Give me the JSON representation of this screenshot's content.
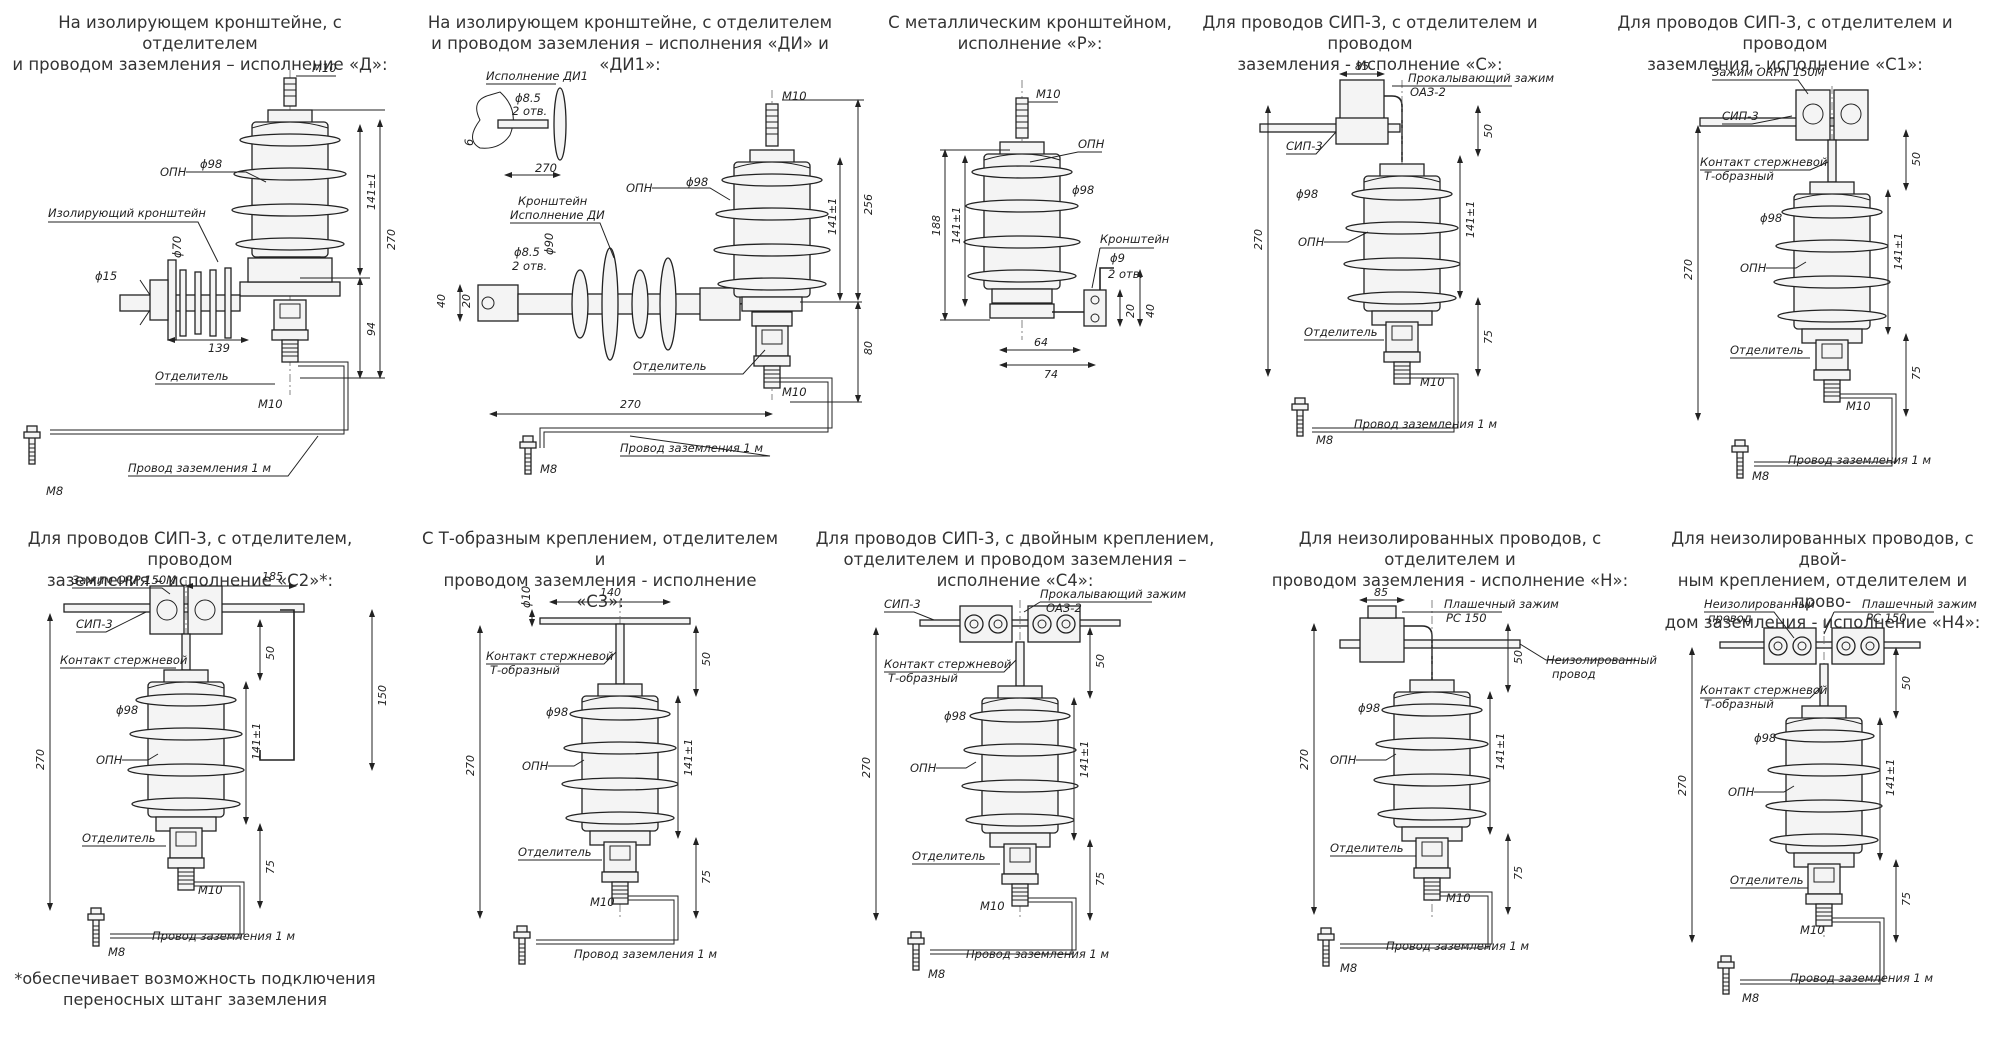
{
  "variants": [
    {
      "id": "D",
      "caption": [
        "На изолирующем кронштейне, с отделителем",
        "и проводом заземления – исполнение «Д»:"
      ],
      "labels": {
        "top_bolt": "М10",
        "body": "ОПН",
        "body_dia": "ϕ98",
        "bracket": "Изолирующий кронштейн",
        "hole": "ϕ15",
        "ring": "ϕ70",
        "bracket_len": "139",
        "separator": "Отделитель",
        "bottom_bolt": "М10",
        "ground_wire": "Провод заземления 1 м",
        "ground_bolt": "М8",
        "height_body": "141±1",
        "height_total": "270",
        "height_lower": "94"
      }
    },
    {
      "id": "DI",
      "caption": [
        "На изолирующем кронштейне, с отделителем",
        "и проводом заземления – исполнения «ДИ» и «ДИ1»:"
      ],
      "labels": {
        "inset_title": "Исполнение ДИ1",
        "inset_hole": "ϕ8.5",
        "inset_holes": "2 отв.",
        "inset_len": "270",
        "inset_b": "6",
        "top_bolt": "М10",
        "body": "ОПН",
        "body_dia": "ϕ98",
        "bracket": "Кронштейн",
        "bracket2": "Исполнение ДИ",
        "hole": "ϕ8.5",
        "holes": "2 отв.",
        "dia90": "ϕ90",
        "d40": "40",
        "d20": "20",
        "separator": "Отделитель",
        "bottom_bolt": "М10",
        "len": "270",
        "ground_wire": "Провод заземления 1 м",
        "ground_bolt": "М8",
        "height_body": "141±1",
        "height_total": "256",
        "height_lower": "80"
      }
    },
    {
      "id": "R",
      "caption": [
        "С металлическим кронштейном,",
        "исполнение «Р»:"
      ],
      "labels": {
        "top_bolt": "М10",
        "body": "ОПН",
        "body_dia": "ϕ98",
        "bracket": "Кронштейн",
        "hole": "ϕ9",
        "holes": "2 отв.",
        "d20": "20",
        "d40": "40",
        "w64": "64",
        "w74": "74",
        "h188": "188",
        "h141": "141±1"
      }
    },
    {
      "id": "C",
      "caption": [
        "Для проводов СИП-3, с отделителем и проводом",
        "заземления - исполнение «С»:"
      ],
      "labels": {
        "w85": "85",
        "clamp": "Прокалывающий зажим",
        "clamp2": "ОАЗ-2",
        "sip": "СИП-3",
        "h50": "50",
        "body_dia": "ϕ98",
        "body": "ОПН",
        "h270": "270",
        "h141": "141±1",
        "separator": "Отделитель",
        "h75": "75",
        "bottom_bolt": "М10",
        "ground_wire": "Провод заземления 1 м",
        "ground_bolt": "М8"
      }
    },
    {
      "id": "C1",
      "caption": [
        "Для проводов СИП-3, с отделителем и проводом",
        "заземления - исполнение «С1»:"
      ],
      "labels": {
        "clamp": "Зажим ORPN 150M",
        "sip": "СИП-3",
        "contact": "Контакт стержневой",
        "contact2": "Т-образный",
        "h50": "50",
        "body_dia": "ϕ98",
        "body": "ОПН",
        "h270": "270",
        "h141": "141±1",
        "separator": "Отделитель",
        "h75": "75",
        "bottom_bolt": "М10",
        "ground_wire": "Провод заземления 1 м",
        "ground_bolt": "М8"
      }
    },
    {
      "id": "C2",
      "caption": [
        "Для проводов СИП-3, с отделителем, проводом",
        "заземления – исполнение «С2»*:"
      ],
      "labels": {
        "clamp": "Зажим ORP 150M",
        "w185": "185",
        "sip": "СИП-3",
        "contact": "Контакт стержневой",
        "h50": "50",
        "h150": "150",
        "body_dia": "ϕ98",
        "body": "ОПН",
        "h270": "270",
        "h141": "141±1",
        "separator": "Отделитель",
        "h75": "75",
        "bottom_bolt": "М10",
        "ground_wire": "Провод заземления 1 м",
        "ground_bolt": "М8"
      },
      "footnote": [
        "*обеспечивает возможность подключения",
        "переносных штанг заземления"
      ]
    },
    {
      "id": "C3",
      "caption": [
        "С Т-образным креплением, отделителем и",
        "проводом заземления - исполнение «С3»:"
      ],
      "labels": {
        "w140": "140",
        "d10": "ϕ10",
        "contact": "Контакт стержневой",
        "contact2": "Т-образный",
        "h50": "50",
        "body_dia": "ϕ98",
        "body": "ОПН",
        "h270": "270",
        "h141": "141±1",
        "separator": "Отделитель",
        "h75": "75",
        "bottom_bolt": "М10",
        "ground_wire": "Провод заземления 1 м"
      }
    },
    {
      "id": "C4",
      "caption": [
        "Для проводов СИП-3, с двойным креплением,",
        "отделителем и проводом заземления – исполнение «С4»:"
      ],
      "labels": {
        "sip": "СИП-3",
        "clamp": "Прокалывающий зажим",
        "clamp2": "ОАЗ-2",
        "contact": "Контакт стержневой",
        "contact2": "Т-образный",
        "h50": "50",
        "body_dia": "ϕ98",
        "body": "ОПН",
        "h270": "270",
        "h141": "141±1",
        "separator": "Отделитель",
        "h75": "75",
        "bottom_bolt": "М10",
        "ground_wire": "Провод заземления 1 м",
        "ground_bolt": "М8"
      }
    },
    {
      "id": "N",
      "caption": [
        "Для неизолированных проводов, с отделителем и",
        "проводом заземления - исполнение «Н»:"
      ],
      "labels": {
        "w85": "85",
        "clamp": "Плашечный зажим",
        "clamp2": "РС 150",
        "h50": "50",
        "bare": "Неизолированный",
        "bare2": "провод",
        "body_dia": "ϕ98",
        "body": "ОПН",
        "h270": "270",
        "h141": "141±1",
        "separator": "Отделитель",
        "h75": "75",
        "bottom_bolt": "М10",
        "ground_wire": "Провод заземления 1 м",
        "ground_bolt": "М8"
      }
    },
    {
      "id": "N4",
      "caption": [
        "Для неизолированных проводов, с двой-",
        "ным креплением, отделителем и прово-",
        "дом заземления - исполнение «Н4»:"
      ],
      "labels": {
        "bare": "Неизолированный",
        "bare2": "провод",
        "clamp": "Плашечный зажим",
        "clamp2": "РС 150",
        "contact": "Контакт стержневой",
        "contact2": "Т-образный",
        "h50": "50",
        "body_dia": "ϕ98",
        "body": "ОПН",
        "h270": "270",
        "h141": "141±1",
        "separator": "Отделитель",
        "h75": "75",
        "bottom_bolt": "М10",
        "ground_wire": "Провод заземления 1 м",
        "ground_bolt": "М8"
      }
    }
  ]
}
